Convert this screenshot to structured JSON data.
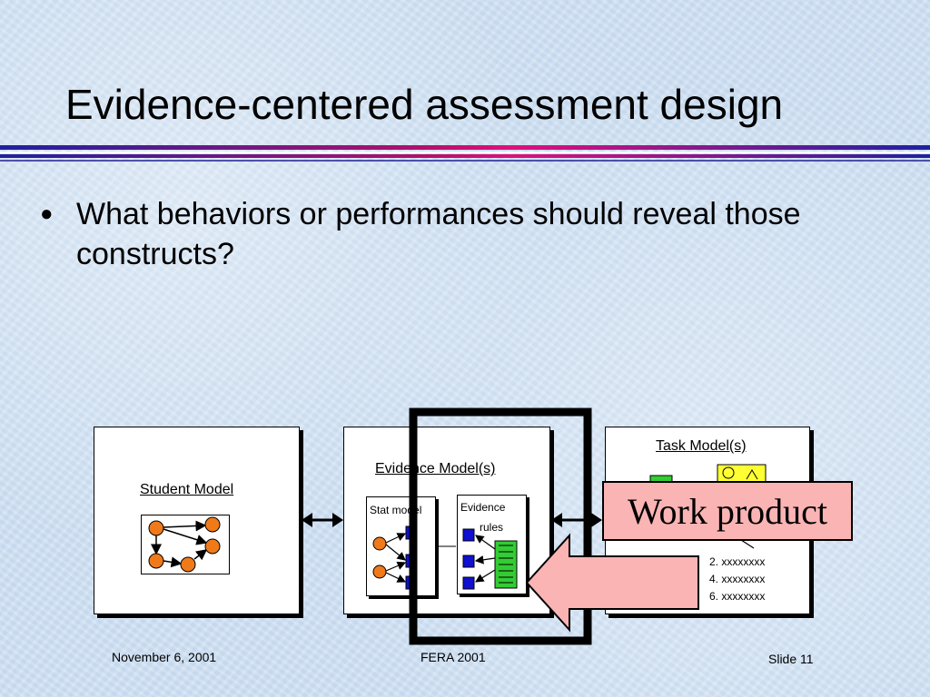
{
  "title": "Evidence-centered assessment design",
  "bullet": {
    "symbol": "●",
    "text": "What behaviors or performances should reveal those constructs?"
  },
  "diagram": {
    "student_model": "Student Model",
    "evidence_model": "Evidence Model(s)",
    "stat_model": "Stat model",
    "evidence_rules_line1": "Evidence",
    "evidence_rules_line2": "rules",
    "task_model": "Task Model(s)",
    "task_list": [
      "2. xxxxxxxx",
      "4. xxxxxxxx",
      "6. xxxxxxxx"
    ],
    "callout": "Work product"
  },
  "footer": {
    "date": "November 6, 2001",
    "event": "FERA 2001",
    "slide": "Slide 11"
  },
  "colors": {
    "node_orange": "#f07a1a",
    "node_blue": "#1010d0",
    "callout_fill": "#fbb4b4",
    "highlight_green": "#33cc33",
    "highlight_yellow": "#ffff33"
  }
}
